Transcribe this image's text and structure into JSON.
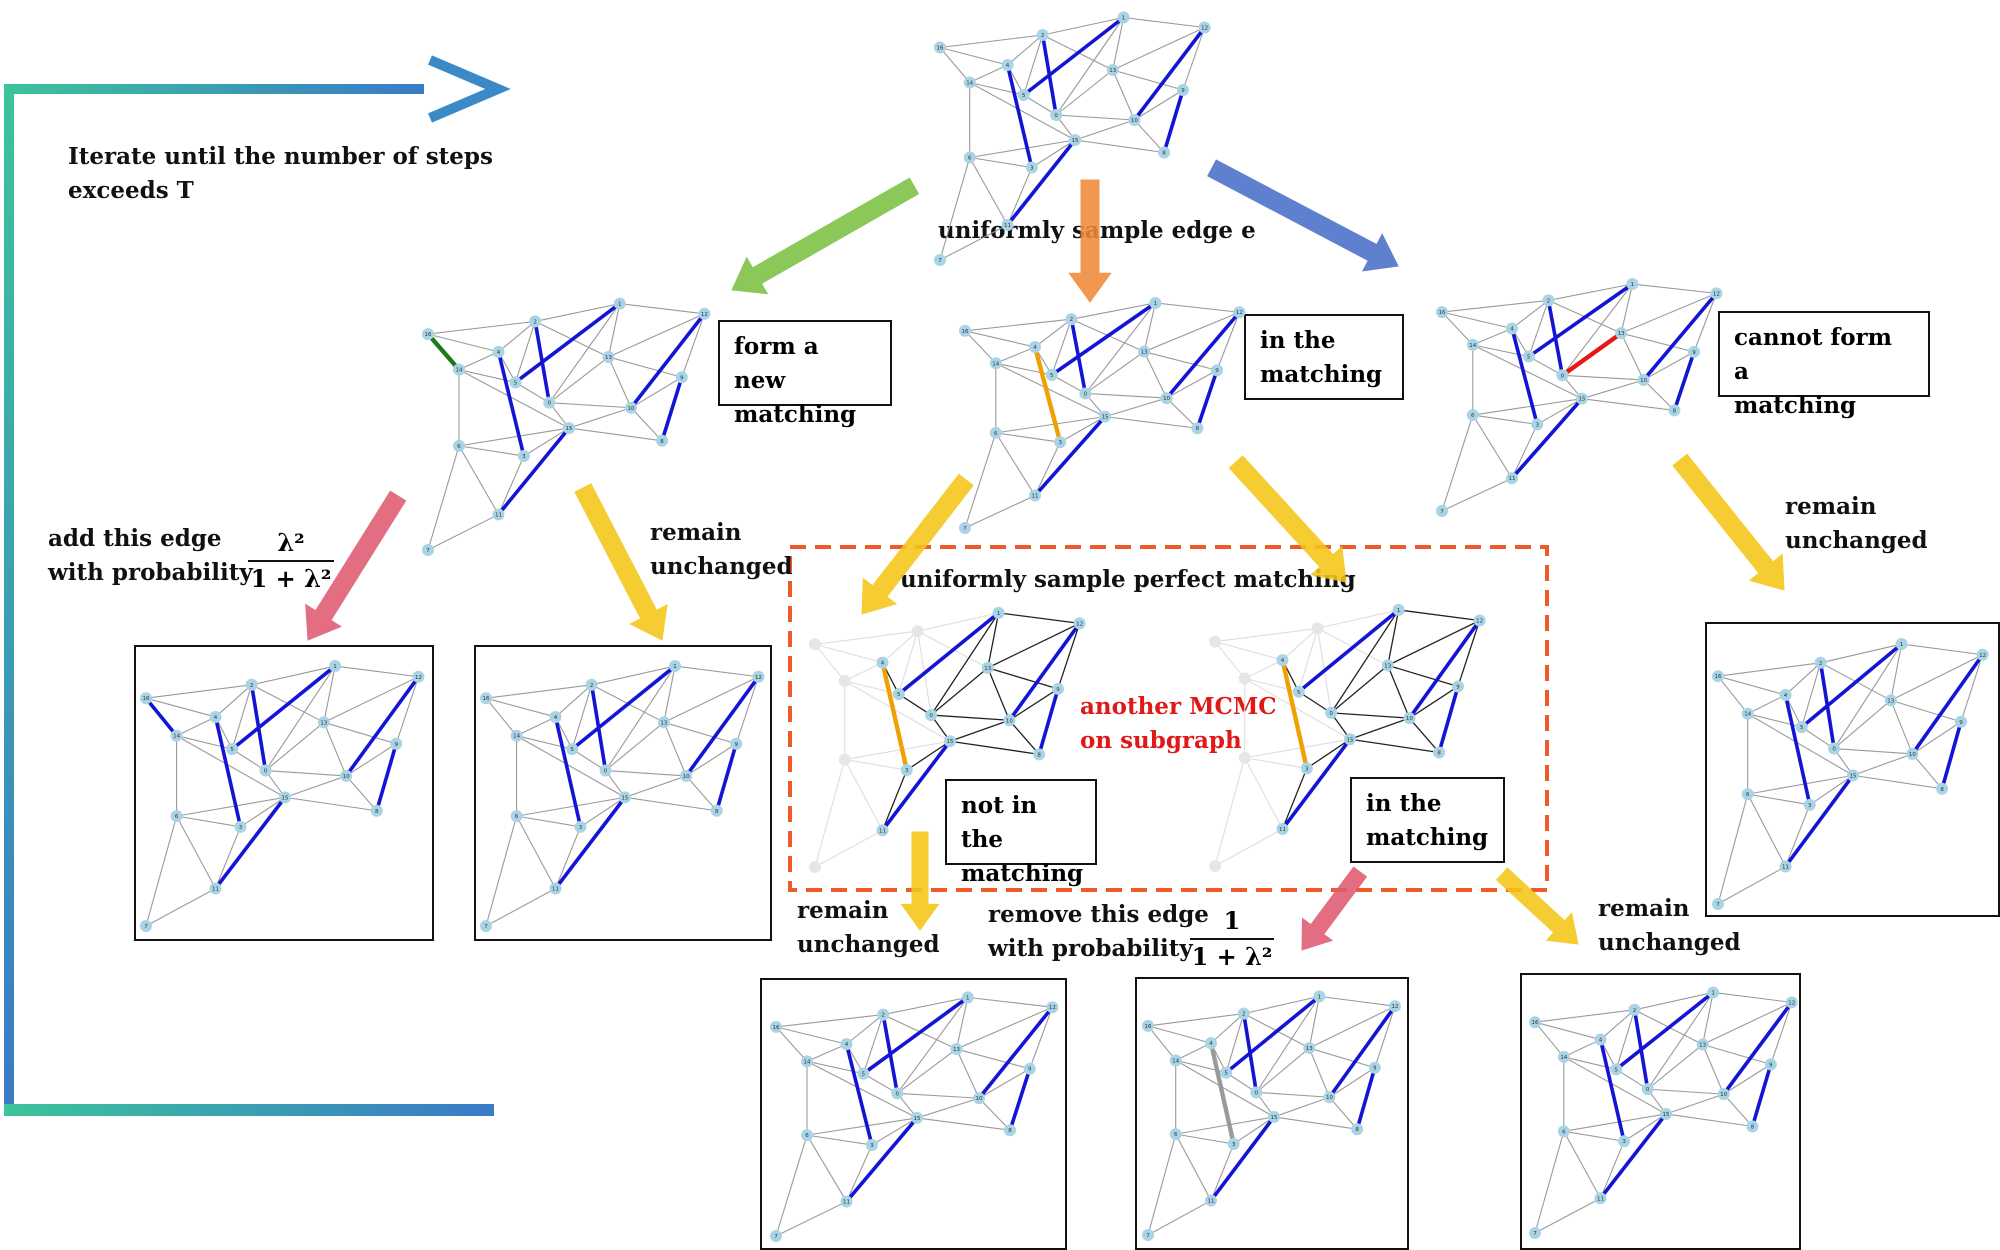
{
  "texts": {
    "iterate": [
      "Iterate until the number of steps",
      "exceeds T"
    ],
    "sample_edge": "uniformly sample edge e",
    "form_new": [
      "form a new",
      "matching"
    ],
    "in_matching_top": [
      "in the",
      "matching"
    ],
    "cannot_form": [
      "cannot form a",
      "matching"
    ],
    "add_edge": [
      "add this edge",
      "with probability"
    ],
    "add_prob": {
      "num": "λ²",
      "den": "1 + λ²"
    },
    "remain1": [
      "remain",
      "unchanged"
    ],
    "remain2": [
      "remain",
      "unchanged"
    ],
    "remain3": [
      "remain",
      "unchanged"
    ],
    "remain4": [
      "remain",
      "unchanged"
    ],
    "sample_perfect": "uniformly sample perfect matching",
    "another_mcmc": [
      "another MCMC",
      "on subgraph"
    ],
    "not_in_matching": [
      "not in the",
      "matching"
    ],
    "in_matching_sub": [
      "in the",
      "matching"
    ],
    "remove_edge": [
      "remove this edge",
      "with probability"
    ],
    "remove_prob": {
      "num": "1",
      "den": "1 + λ²"
    }
  },
  "graph": {
    "node_labels": [
      "1",
      "2",
      "3",
      "4",
      "5",
      "6",
      "7",
      "8",
      "9",
      "10",
      "11",
      "12",
      "13",
      "14",
      "15",
      "16",
      "0"
    ]
  },
  "colors": {
    "node": "#a8d4e6",
    "edge": "#9a9a9a",
    "matching": "#1414d4",
    "added_edge": "#1a7a1a",
    "sampled_edge": "#f0a000",
    "conflict_edge": "#e81818",
    "dark_edge": "#222222",
    "arrow_green": "#7cc043",
    "arrow_orange": "#ee8a3a",
    "arrow_blue": "#4a6fc8",
    "arrow_yellow": "#f5c518",
    "arrow_pink": "#e05a70",
    "dashed_box": "#ee5a2a",
    "loop_line": "#3ab0a0"
  }
}
